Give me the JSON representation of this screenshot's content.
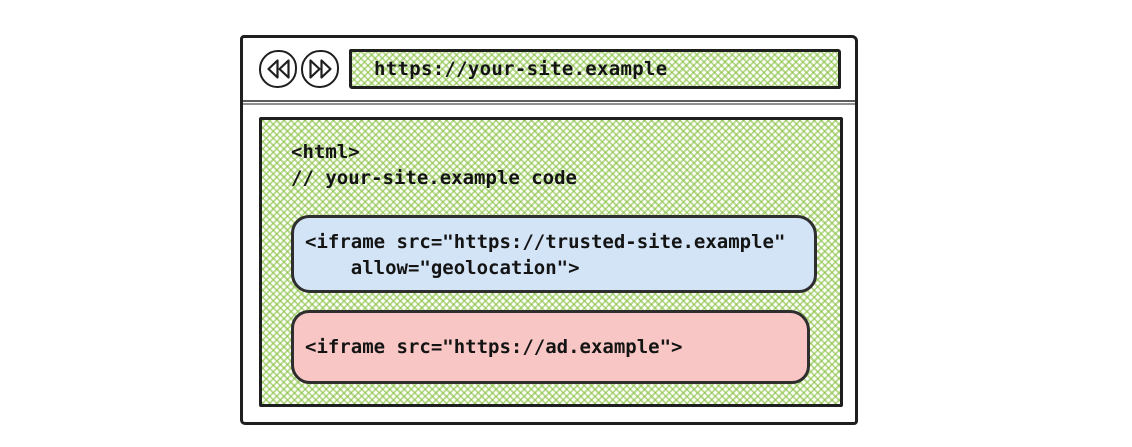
{
  "figure": {
    "browser": {
      "back_button": {
        "icon": "double-arrow-left"
      },
      "forward_button": {
        "icon": "double-arrow-right"
      },
      "address_bar": {
        "url": "https://your-site.example"
      }
    },
    "page_code": {
      "lines": [
        "<html>",
        "// your-site.example code"
      ],
      "trusted_iframe": {
        "lines": [
          "<iframe src=\"https://trusted-site.example\"",
          "    allow=\"geolocation\">"
        ]
      },
      "ad_iframe": {
        "lines": [
          "<iframe src=\"https://ad.example\">"
        ]
      }
    },
    "colors": {
      "hatch_green": "#8bc34a",
      "trusted_box_blue": "#d3e4f6",
      "ad_box_pink": "#f8c6c4",
      "ink": "#1f1f1f",
      "separator_gray": "#5c5c5c"
    }
  }
}
